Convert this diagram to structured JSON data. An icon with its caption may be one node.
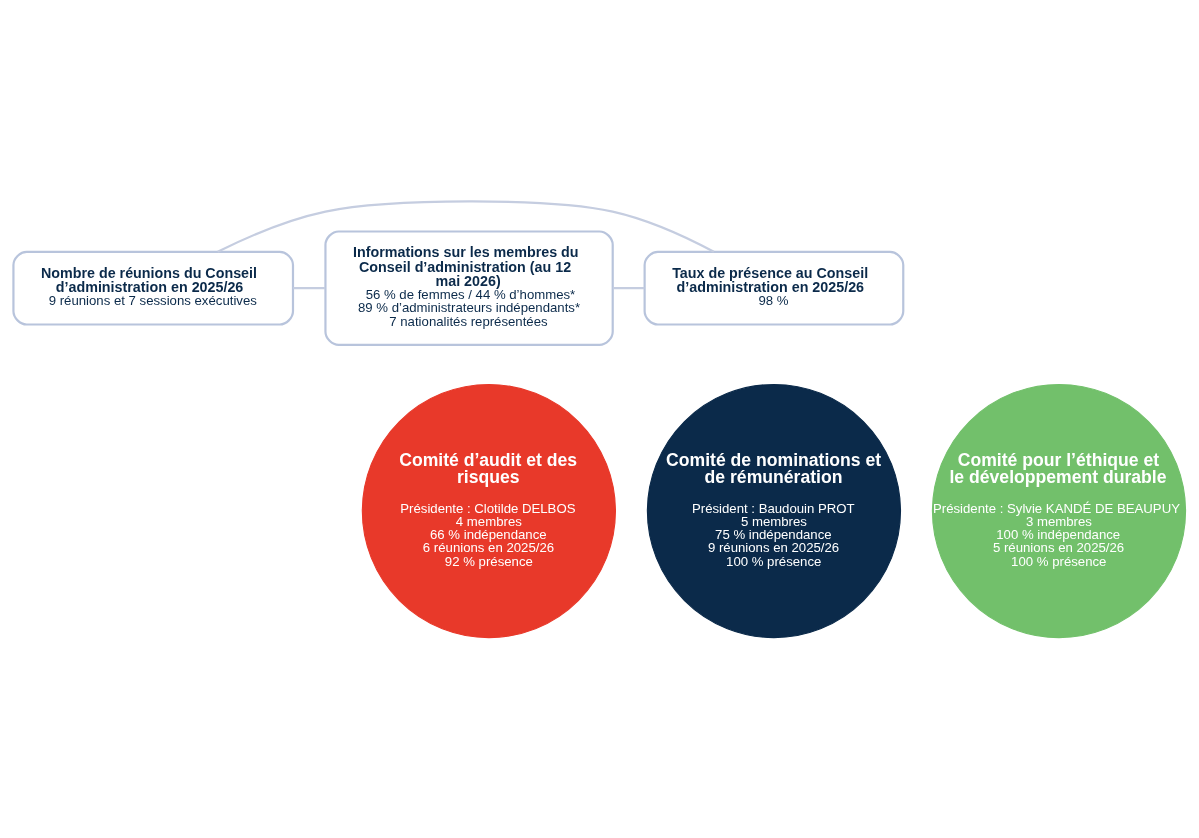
{
  "diagram": {
    "nodes": [
      {
        "text": [
          "Nombre de réunions du Conseil d’administration en 2025/26",
          "9 réunions et 7 sessions exécutives"
        ]
      },
      {
        "text": [
          "Taux de présence au Conseil d’administration en 2025/26",
          "98 %"
        ]
      },
      {
        "text": [
          "Informations sur les membres du Conseil d’administration (au 12 mai 2026)",
          "56 % de femmes / 44 % d’hommes*",
          "89 % d’administrateurs indépendants*",
          "7 nationalités représentées"
        ]
      },
      {
        "text": [
          "Comité d’audit et des risques",
          "Présidente : Clotilde DELBOS",
          "4 membres",
          "66 % indépendance",
          "6 réunions en 2025/26",
          "92 % présence"
        ]
      },
      {
        "text": [
          "Comité de nominations et de rémunération",
          "Président : Baudouin PROT",
          "5 membres",
          "75 % indépendance",
          "9 réunions en 2025/26",
          "100 % présence"
        ]
      },
      {
        "text": [
          "Comité pour l’éthique et le développement durable",
          "Présidente : Sylvie KANDÉ DE BEAUPUY",
          "3 membres",
          "100 % indépendance",
          "5 réunions en 2025/26",
          "100 % présence"
        ]
      }
    ],
    "edges": [
      {
        "from": 0,
        "to": 1,
        "arrow": "none"
      },
      {
        "from": 0,
        "to": 2,
        "arrow": "none"
      },
      {
        "from": 1,
        "to": 2,
        "arrow": "none"
      }
    ]
  }
}
